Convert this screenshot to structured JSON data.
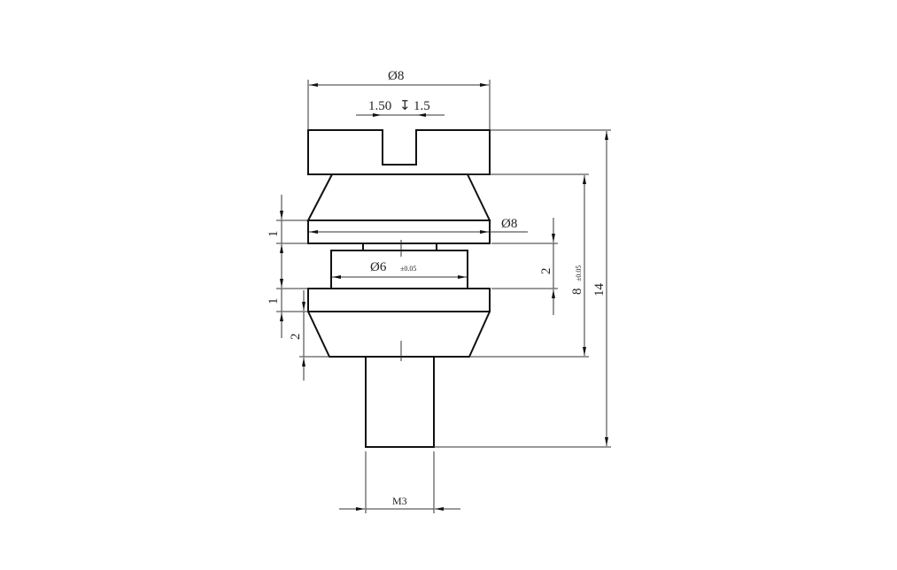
{
  "drawing": {
    "dims": {
      "top_diameter": "Ø8",
      "slot_width": "1.50",
      "slot_depth_symbol": "↧",
      "slot_depth": "1.5",
      "flange_diameter": "Ø8",
      "neck_diameter": "Ø6",
      "neck_tolerance": "±0.05",
      "neck_height": "2",
      "body_height": "8",
      "body_tolerance": "±0.05",
      "total_height": "14",
      "upper_flange_thickness": "1",
      "lower_flange_thickness": "1",
      "lower_taper_height": "2",
      "thread": "M3"
    }
  }
}
